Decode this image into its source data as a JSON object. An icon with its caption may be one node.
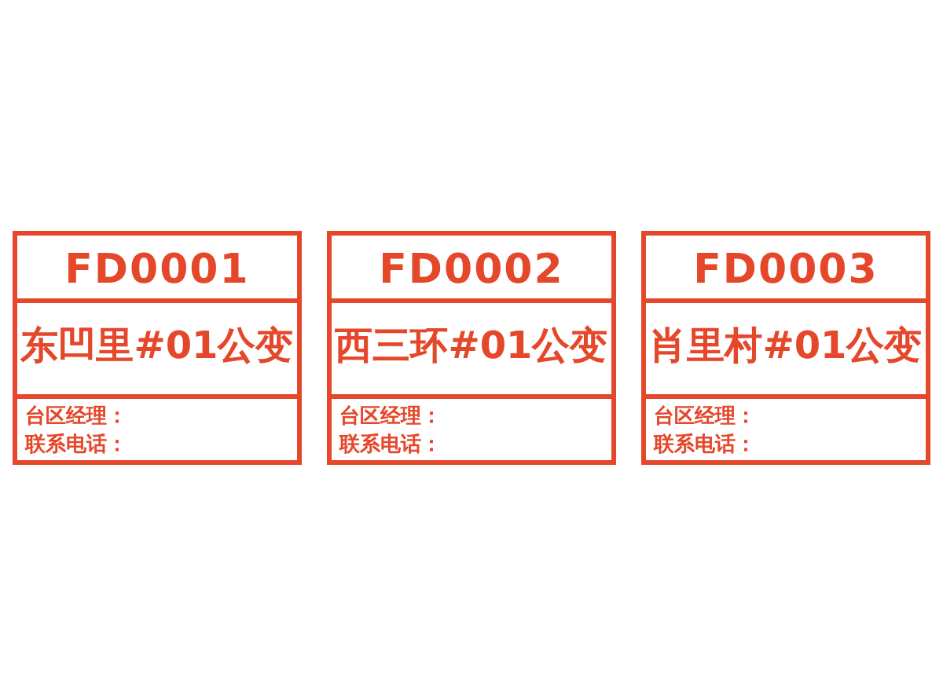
{
  "diagram": {
    "nodes": [
      {
        "text": [
          "FD0001",
          "东凹里#01公变",
          "台区经理：",
          "联系电话："
        ]
      },
      {
        "text": [
          "FD0002",
          "西三环#01公变",
          "台区经理：",
          "联系电话："
        ]
      },
      {
        "text": [
          "FD0003",
          "肖里村#01公变",
          "台区经理：",
          "联系电话："
        ]
      }
    ]
  }
}
